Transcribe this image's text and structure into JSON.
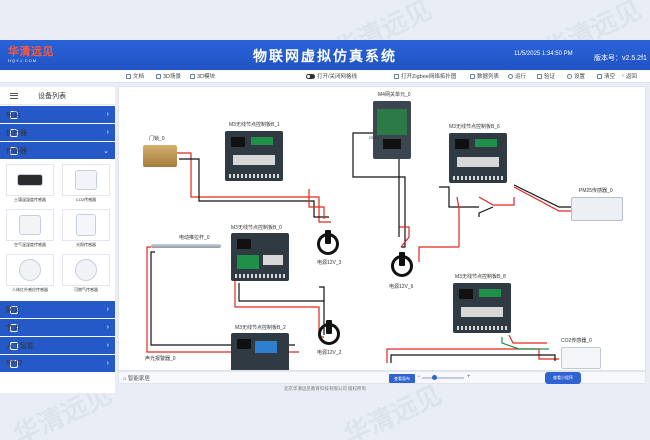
{
  "header": {
    "logo_cn": "华清远见",
    "logo_en": "HQYJ.COM",
    "title": "物联网虚拟仿真系统",
    "datetime": "11/5/2025 1:34:50 PM",
    "version": "版本号：v2.5.2f1"
  },
  "toolbar": {
    "items": [
      "文档",
      "3D场景",
      "3D模块",
      "打开/关闭网格线",
      "打开Zigbee网络拓扑图",
      "数据列表",
      "运行",
      "验证",
      "设置",
      "清空",
      "返回"
    ]
  },
  "sidebar": {
    "title": "设备列表",
    "categories_top": [
      "电源",
      "执行器",
      "传感器"
    ],
    "sensors": [
      "土壤温湿度传感器",
      "CO2传感器",
      "空气温湿度传感器",
      "光照传感器",
      "人体红外感应传感器",
      "可燃气传感器"
    ],
    "categories_bottom": [
      "网关",
      "节点",
      "人工智能",
      "RFID"
    ]
  },
  "canvas": {
    "labels": {
      "door": "门锁_0",
      "board1": "M3无线节点控制板B_1",
      "m4": "M4网关单元_0",
      "gnd": "GND",
      "board6": "M3无线节点控制板B_6",
      "pm25": "PM25传感器_0",
      "push": "电动推拉杆_0",
      "board0": "M3无线节点控制板B_0",
      "power3": "电源12V_3",
      "power6": "电源12V_6",
      "board8": "M3无线节点控制板B_8",
      "board2": "M3无线节点控制板B_2",
      "power2": "电源12V_2",
      "co2": "CO2传感器_0",
      "alarm": "声光报警器_0"
    }
  },
  "statusbar": {
    "smart": "智能家居",
    "zoom_button": "查看面布",
    "mini_program": "查看小程序"
  },
  "footer": "北京华清远见教育科技有限公司 版权所有",
  "watermark": [
    "华清远见",
    "HQYJ.COM"
  ],
  "colors": {
    "header": "#2154c4",
    "accent": "#2659c8",
    "wire_red": "#e0281e",
    "wire_black": "#111111"
  }
}
